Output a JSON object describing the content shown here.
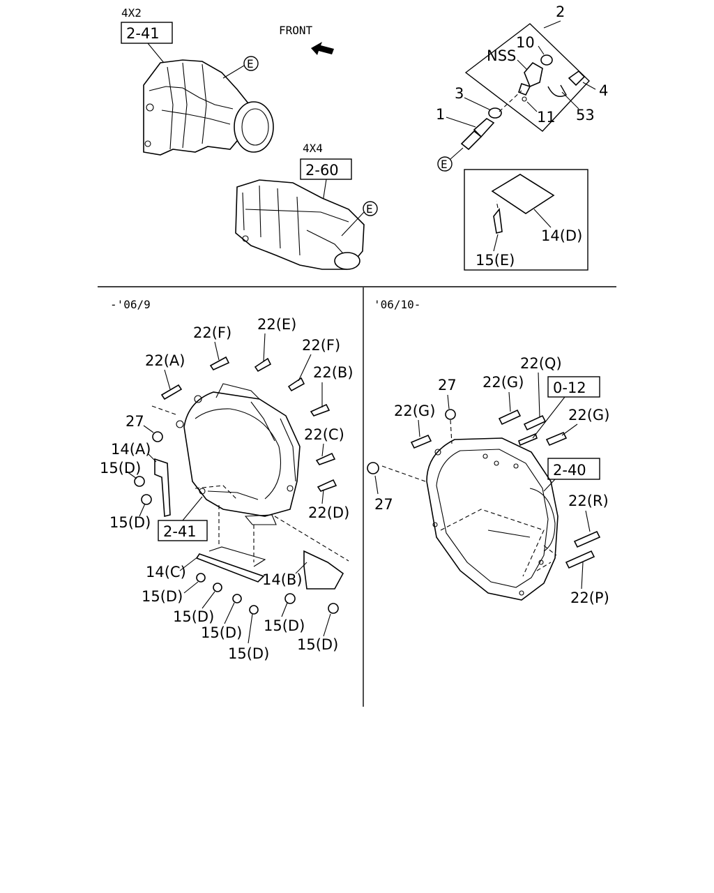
{
  "top": {
    "variant_4x2": "4X2",
    "ref_4x2": "2-41",
    "front_label": "FRONT",
    "variant_4x4": "4X4",
    "ref_4x4": "2-60",
    "marker_e": "E"
  },
  "sensor_group": {
    "group_no": "2",
    "nss": "NSS",
    "p10": "10",
    "p3": "3",
    "p1": "1",
    "p11": "11",
    "p4": "4",
    "p53": "53"
  },
  "cover_box": {
    "p14d": "14(D)",
    "p15e": "15(E)"
  },
  "left_section": {
    "period": "-'06/9",
    "ref": "2-41",
    "labels": {
      "l22a": "22(A)",
      "l22f1": "22(F)",
      "l22e": "22(E)",
      "l22f2": "22(F)",
      "l22b": "22(B)",
      "l27": "27",
      "l14a": "14(A)",
      "l15d_1": "15(D)",
      "l15d_2": "15(D)",
      "l22c": "22(C)",
      "l22d": "22(D)",
      "l14c": "14(C)",
      "l14b": "14(B)",
      "l15d_3": "15(D)",
      "l15d_4": "15(D)",
      "l15d_5": "15(D)",
      "l15d_6": "15(D)",
      "l15d_7": "15(D)",
      "l15d_8": "15(D)"
    }
  },
  "right_section": {
    "period": "'06/10-",
    "ref_a": "0-12",
    "ref_b": "2-40",
    "labels": {
      "l22q": "22(Q)",
      "l27a": "27",
      "l22g1": "22(G)",
      "l22g2": "22(G)",
      "l22g3": "22(G)",
      "l27b": "27",
      "l22r": "22(R)",
      "l22p": "22(P)"
    }
  }
}
